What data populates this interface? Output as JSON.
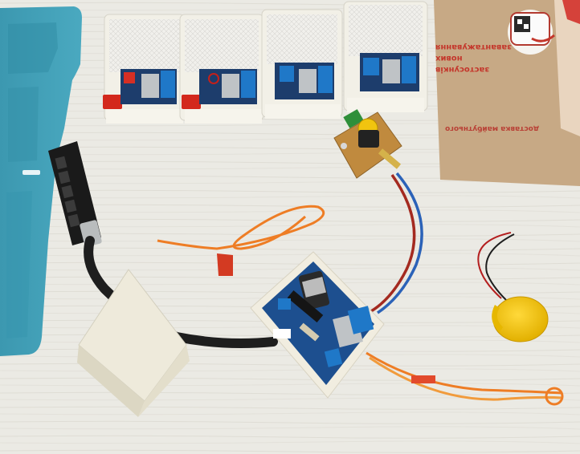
{
  "cardboard": {
    "line1": "завантажування",
    "line2": "нових",
    "line3": "застосунків",
    "line4": "доставка майбутнього"
  },
  "colors": {
    "table": "#ecebe6",
    "case_white": "#f3f1e8",
    "blue_mat": "#3a9fb8",
    "terminal_blue": "#1f78c8",
    "pcb_blue": "#1d4f8f",
    "cable_black": "#1d1d1d",
    "wire_orange": "#f07a20",
    "battery_yellow": "#f2c200",
    "cardboard": "#c9ab88",
    "red_plug": "#d8321d",
    "display_black": "#161616"
  }
}
